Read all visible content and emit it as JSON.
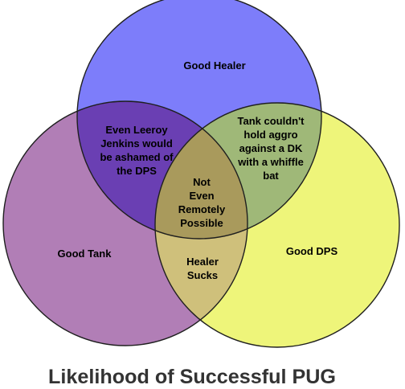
{
  "title": "Likelihood of Successful PUG",
  "colors": {
    "healer": "#7d7dfa",
    "tank": "#b17eb6",
    "dps": "#eef57a",
    "healer_tank": "#6a3fb3",
    "healer_dps": "#9fb878",
    "tank_dps": "#cfc07b",
    "center": "#a99a5c",
    "outline": "#1f1f1f",
    "title": "#333333"
  },
  "sets": {
    "healer": {
      "label": "Good Healer"
    },
    "tank": {
      "label": "Good Tank"
    },
    "dps": {
      "label": "Good DPS"
    }
  },
  "intersections": {
    "healer_tank": [
      "Even Leeroy",
      "Jenkins would",
      "be ashamed of",
      "the DPS"
    ],
    "healer_dps": [
      "Tank couldn't",
      "hold aggro",
      "against a DK",
      "with a whiffle",
      "bat"
    ],
    "tank_dps": [
      "Healer",
      "Sucks"
    ],
    "all_three": [
      "Not",
      "Even",
      "Remotely",
      "Possible"
    ]
  }
}
